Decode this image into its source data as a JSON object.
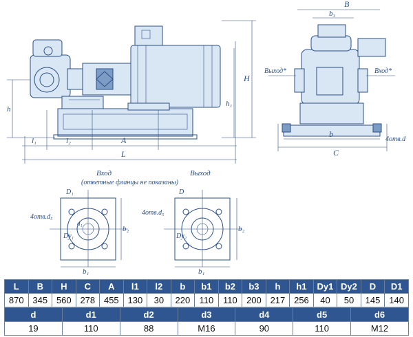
{
  "diagram": {
    "labels": {
      "B": "B",
      "b3": "b₃",
      "H": "H",
      "h1": "h₁",
      "h": "h",
      "l1": "l₁",
      "l2": "l₂",
      "A": "A",
      "L": "L",
      "b": "b",
      "C": "C",
      "holes_d": "4отв.d",
      "out_right": "Выход*",
      "in_right": "Вход*",
      "inlet_title": "Вход",
      "inlet_note": "(ответные фланцы не показаны)",
      "outlet_title": "Выход",
      "D1": "D₁",
      "D": "D",
      "holes_d5": "4отв.d₅",
      "Dy1": "Dy₁",
      "Dy2": "Dy₂",
      "b1": "b₁",
      "b2": "b₂",
      "d1": "d₁"
    }
  },
  "table1": {
    "headers": [
      "L",
      "B",
      "H",
      "C",
      "A",
      "l1",
      "l2",
      "b",
      "b1",
      "b2",
      "b3",
      "h",
      "h1",
      "Dy1",
      "Dy2",
      "D",
      "D1"
    ],
    "values": [
      "870",
      "345",
      "560",
      "278",
      "455",
      "130",
      "30",
      "220",
      "110",
      "110",
      "200",
      "217",
      "256",
      "40",
      "50",
      "145",
      "140"
    ]
  },
  "table2": {
    "headers": [
      "d",
      "d1",
      "d2",
      "d3",
      "d4",
      "d5",
      "d6"
    ],
    "values": [
      "19",
      "110",
      "88",
      "M16",
      "90",
      "110",
      "M12"
    ]
  },
  "colors": {
    "line": "#2a4f8a",
    "header_bg": "#2f5690",
    "fill": "#d9e6f3"
  }
}
